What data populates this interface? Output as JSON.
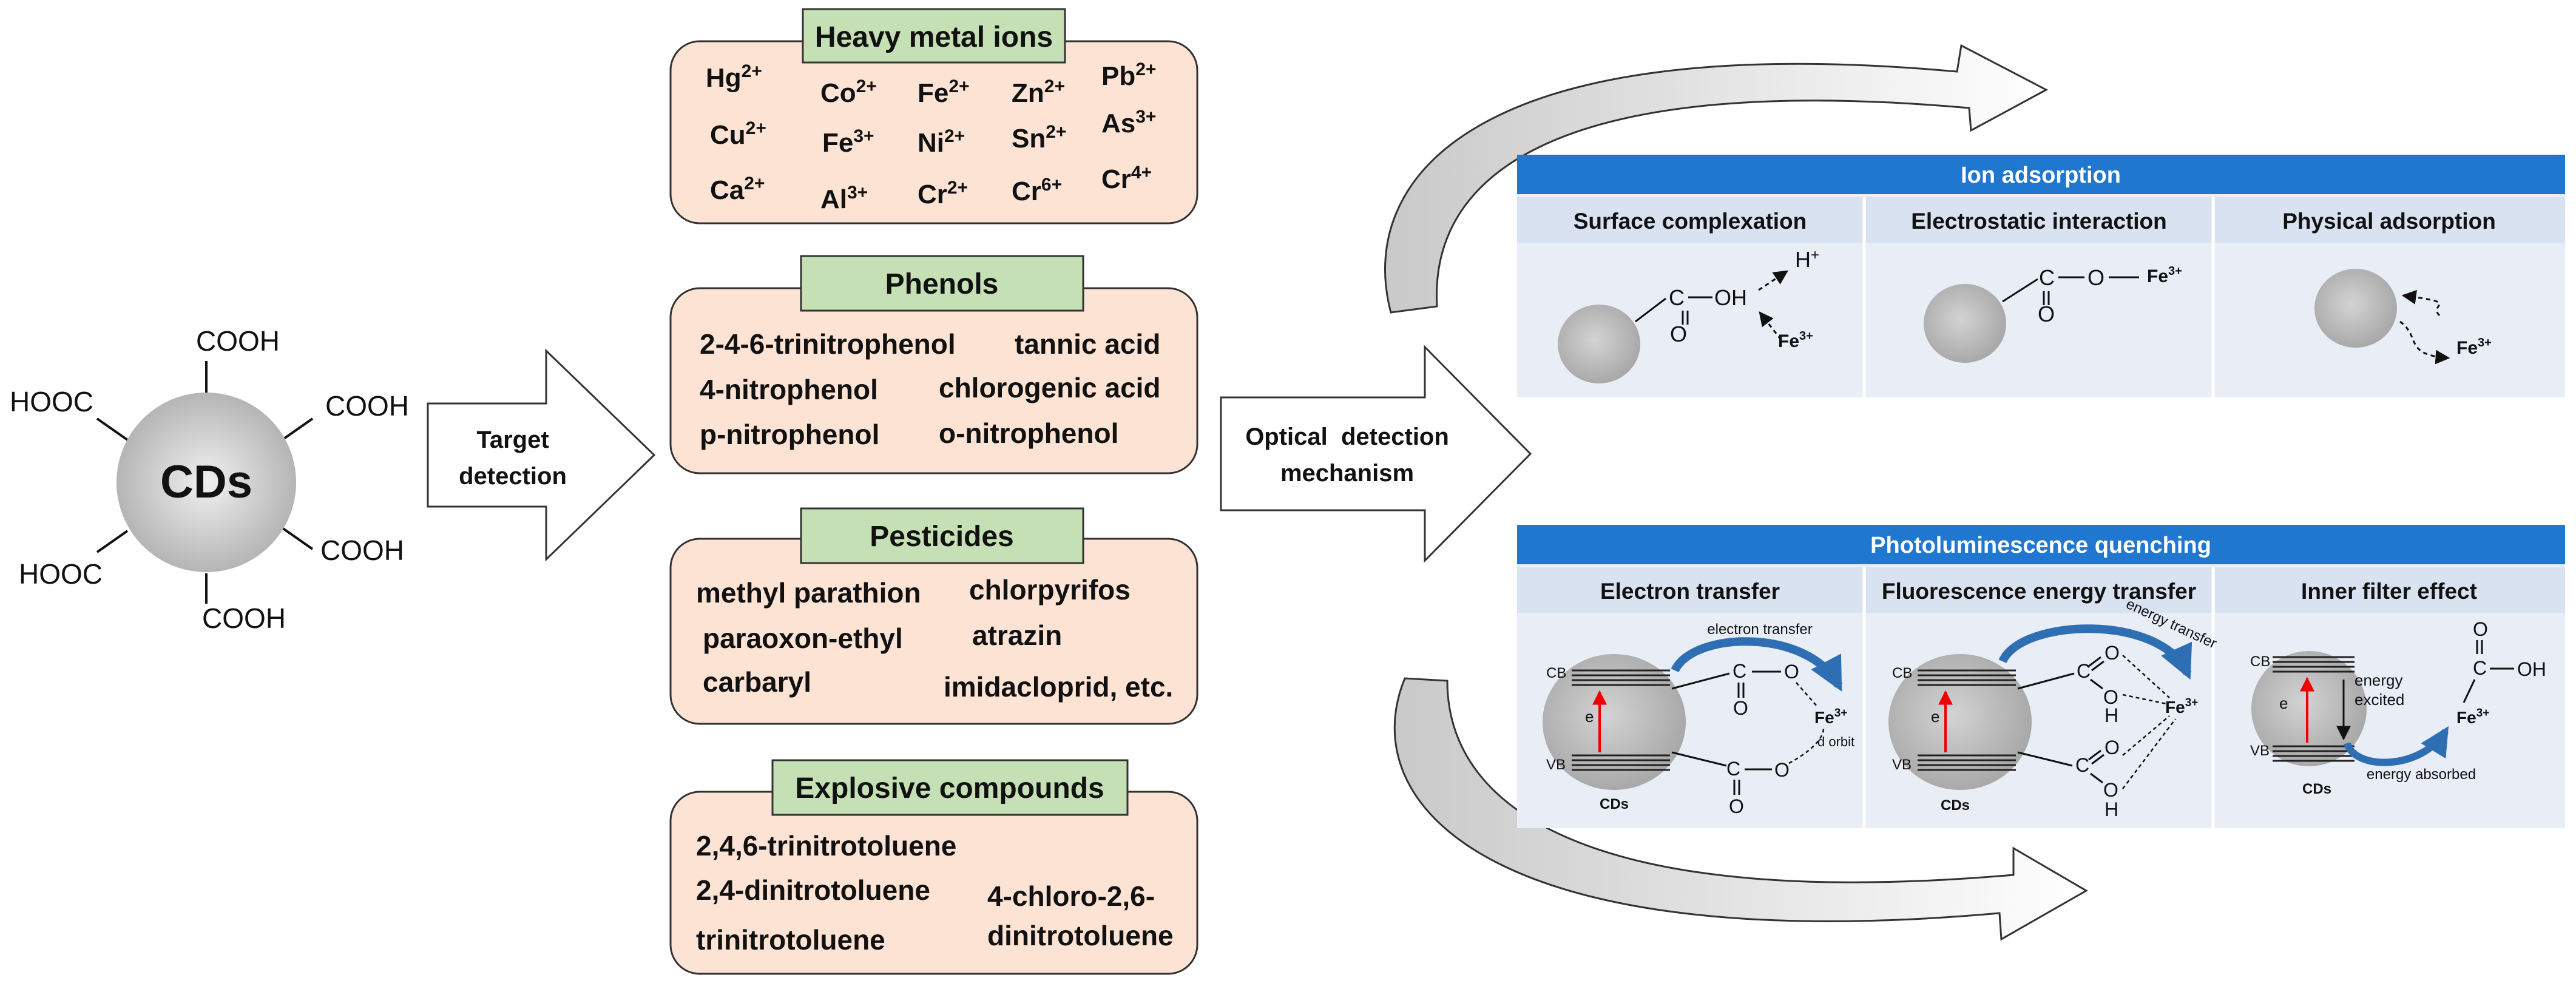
{
  "cds": {
    "center_label": "CDs",
    "groups": [
      "COOH",
      "HOOC",
      "COOH",
      "HOOC",
      "COOH",
      "COOH"
    ]
  },
  "arrows": {
    "target_detection": [
      "Target",
      "detection"
    ],
    "optical_detection": [
      "Optical  detection",
      "mechanism"
    ]
  },
  "targets": {
    "heavy_metal": {
      "title": "Heavy metal ions",
      "ions": [
        {
          "base": "Hg",
          "sup": "2+"
        },
        {
          "base": "Co",
          "sup": "2+"
        },
        {
          "base": "Fe",
          "sup": "2+"
        },
        {
          "base": "Zn",
          "sup": "2+"
        },
        {
          "base": "Pb",
          "sup": "2+"
        },
        {
          "base": "Cu",
          "sup": "2+"
        },
        {
          "base": "Fe",
          "sup": "3+"
        },
        {
          "base": "Ni",
          "sup": "2+"
        },
        {
          "base": "Sn",
          "sup": "2+"
        },
        {
          "base": "As",
          "sup": "3+"
        },
        {
          "base": "Ca",
          "sup": "2+"
        },
        {
          "base": "Al",
          "sup": "3+"
        },
        {
          "base": "Cr",
          "sup": "2+"
        },
        {
          "base": "Cr",
          "sup": "6+"
        },
        {
          "base": "Cr",
          "sup": "4+"
        }
      ]
    },
    "phenols": {
      "title": "Phenols",
      "items": [
        "2-4-6-trinitrophenol",
        "tannic acid",
        "4-nitrophenol",
        "chlorogenic acid",
        "p-nitrophenol",
        "o-nitrophenol"
      ]
    },
    "pesticides": {
      "title": "Pesticides",
      "items": [
        "methyl parathion",
        "chlorpyrifos",
        "paraoxon-ethyl",
        "atrazin",
        "carbaryl",
        "imidacloprid, etc."
      ]
    },
    "explosives": {
      "title": "Explosive compounds",
      "items": [
        "2,4,6-trinitrotoluene",
        "2,4-dinitrotoluene",
        "4-chloro-2,6-",
        "trinitrotoluene",
        "dinitrotoluene"
      ]
    }
  },
  "ion_adsorption": {
    "header": "Ion adsorption",
    "columns": [
      "Surface complexation",
      "Electrostatic interaction",
      "Physical adsorption"
    ],
    "chem": {
      "c": "C",
      "o": "O",
      "oh": "OH",
      "h_plus": "H",
      "plus": "+",
      "fe": "Fe",
      "fe_sup": "3+",
      "dash": "—"
    }
  },
  "pl_quenching": {
    "header": "Photoluminescence quenching",
    "columns": [
      "Electron transfer",
      "Fluorescence energy transfer",
      "Inner filter effect"
    ],
    "labels": {
      "cb": "CB",
      "vb": "VB",
      "e": "e",
      "cds": "CDs",
      "electron_transfer": "electron transfer",
      "energy_transfer": "energy transfer",
      "d_orbit": "d orbit",
      "energy_excited_1": "energy",
      "energy_excited_2": "excited",
      "energy_absorbed": "energy absorbed",
      "c": "C",
      "o": "O",
      "h": "H",
      "oh": "OH",
      "fe": "Fe",
      "fe_sup": "3+"
    }
  },
  "colors": {
    "salmon": "#fde3d4",
    "green_label": "#c5e0b4",
    "blue_header": "#1f77d0",
    "sub_header": "#d9e2f1",
    "panel_bg": "#e9edf6",
    "arrow_blue": "#2e6fb3"
  }
}
